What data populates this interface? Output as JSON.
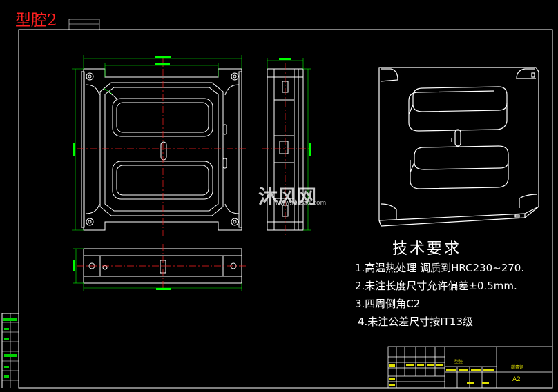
{
  "drawing": {
    "title": "型腔2",
    "requirements_title": "技术要求",
    "requirements": [
      "1.高温热处理  调质到HRC230~270.",
      "2.未注长度尺寸允许偏差±0.5mm.",
      "3.四周倒角C2",
      "4.未注公差尺寸按IT13级"
    ],
    "watermark": "沐风网",
    "watermark_url": "www.mfcad.com"
  },
  "title_block": {
    "part_name": "型腔",
    "material": "碳素钢",
    "sheet_size": "A2"
  },
  "colors": {
    "background": "#000000",
    "outline": "#ffffff",
    "dimension": "#00ff00",
    "centerline": "#ff2020",
    "title_block_text": "#e0e000"
  }
}
